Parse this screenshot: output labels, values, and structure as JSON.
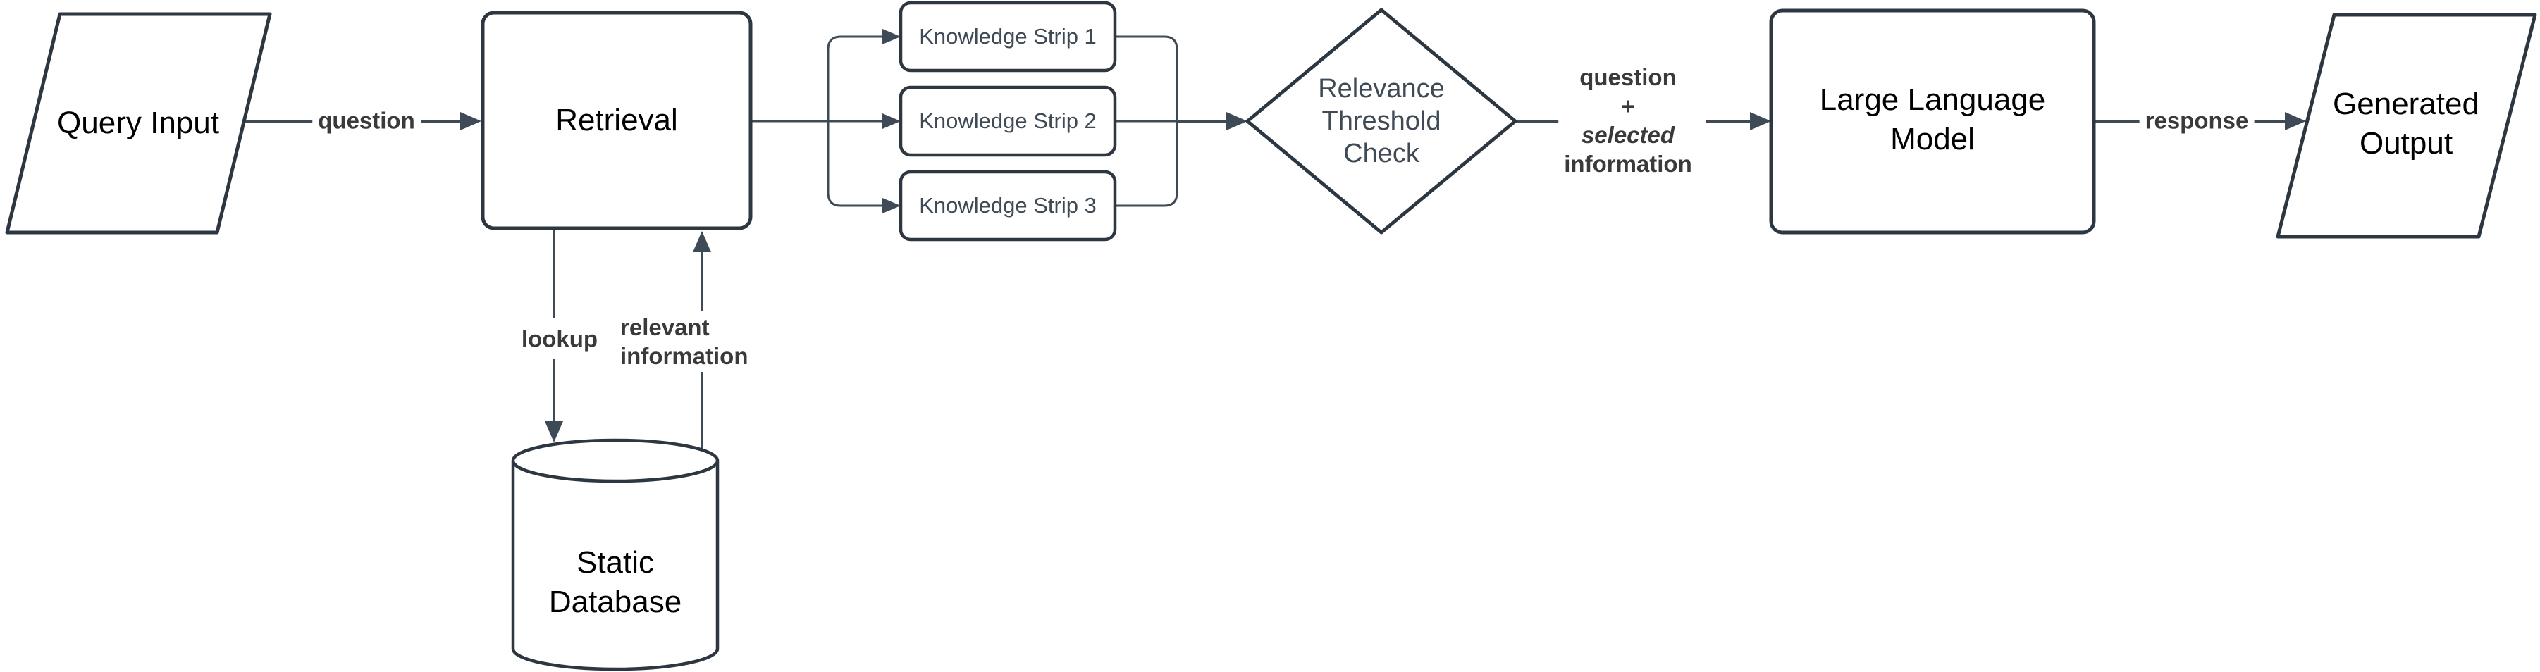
{
  "diagram": {
    "colors": {
      "background": "#ffffff",
      "shape_fill": "#ffffff",
      "shape_stroke": "#2d3741",
      "connector": "#3e4a56",
      "node_text": "#000000",
      "soft_text": "#3f4a54",
      "edge_label_text": "#3a3a3a"
    },
    "nodes": {
      "query_input": {
        "shape": "parallelogram",
        "label": "Query Input"
      },
      "retrieval": {
        "shape": "rounded-rectangle",
        "label": "Retrieval"
      },
      "knowledge_strips": [
        {
          "shape": "rounded-rectangle",
          "label": "Knowledge Strip 1"
        },
        {
          "shape": "rounded-rectangle",
          "label": "Knowledge Strip 2"
        },
        {
          "shape": "rounded-rectangle",
          "label": "Knowledge Strip 3"
        }
      ],
      "relevance_threshold_check": {
        "shape": "diamond",
        "label_lines": [
          "Relevance",
          "Threshold",
          "Check"
        ]
      },
      "large_language_model": {
        "shape": "rounded-rectangle",
        "label_lines": [
          "Large Language",
          "Model"
        ]
      },
      "generated_output": {
        "shape": "parallelogram",
        "label_lines": [
          "Generated",
          "Output"
        ]
      },
      "static_database": {
        "shape": "cylinder",
        "label_lines": [
          "Static",
          "Database"
        ]
      }
    },
    "edge_labels": {
      "question": "question",
      "combined_lines": [
        "question",
        "+",
        "selected",
        "information"
      ],
      "response": "response",
      "lookup": "lookup",
      "relevant_information_lines": [
        "relevant",
        "information"
      ]
    }
  }
}
